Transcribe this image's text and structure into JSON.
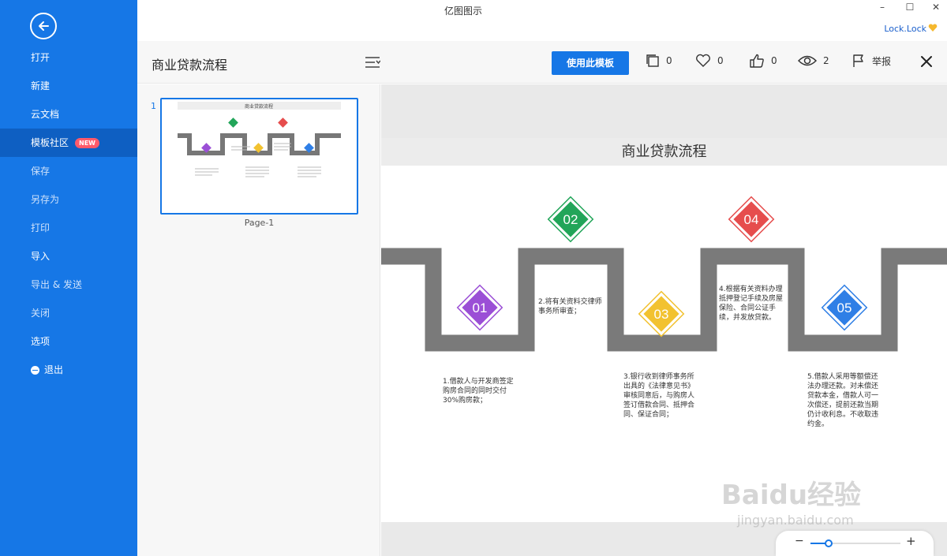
{
  "app": {
    "title": "亿图图示",
    "user": "Lock.Lock"
  },
  "window": {
    "minimize": "–",
    "maximize": "☐",
    "close": "✕"
  },
  "sidebar": {
    "items": [
      {
        "label": "打开"
      },
      {
        "label": "新建"
      },
      {
        "label": "云文档"
      },
      {
        "label": "模板社区",
        "badge": "NEW"
      },
      {
        "label": "保存"
      },
      {
        "label": "另存为"
      },
      {
        "label": "打印"
      },
      {
        "label": "导入"
      },
      {
        "label": "导出 & 发送"
      },
      {
        "label": "关闭"
      },
      {
        "label": "选项"
      },
      {
        "label": "退出"
      }
    ]
  },
  "header": {
    "doc_title": "商业贷款流程",
    "use_template": "使用此模板",
    "copies": "0",
    "likes_heart": "0",
    "likes_thumb": "0",
    "views": "2",
    "report": "举报"
  },
  "thumbs": {
    "number": "1",
    "page_label": "Page-1",
    "mini_title": "商业贷款流程"
  },
  "diagram": {
    "title": "商业贷款流程",
    "steps": [
      {
        "num": "01",
        "color": "#9b4fd6",
        "text": "1.借款人与开发商签定购房合同的同时交付30%购房款；"
      },
      {
        "num": "02",
        "color": "#22a559",
        "text": "2.将有关资料交律师事务所审查；"
      },
      {
        "num": "03",
        "color": "#f2c230",
        "text": "3.银行收到律师事务所出具的《法律意见书》审核同意后，与购房人签订借款合同、抵押合同、保证合同；"
      },
      {
        "num": "04",
        "color": "#e64d4d",
        "text": "4.根据有关资料办理抵押登记手续及房屋保险、合同公证手续，并发放贷款。"
      },
      {
        "num": "05",
        "color": "#2f7fe6",
        "text": "5.借款人采用等额偿还法办理还款。对未偿还贷款本金，借款人可一次偿还，提前还款当期仍计收利息。不收取违约金。"
      }
    ]
  },
  "zoom": {
    "minus": "−",
    "plus": "+",
    "level": 0.2
  },
  "watermark": {
    "main": "Baidu经验",
    "sub": "jingyan.baidu.com"
  }
}
